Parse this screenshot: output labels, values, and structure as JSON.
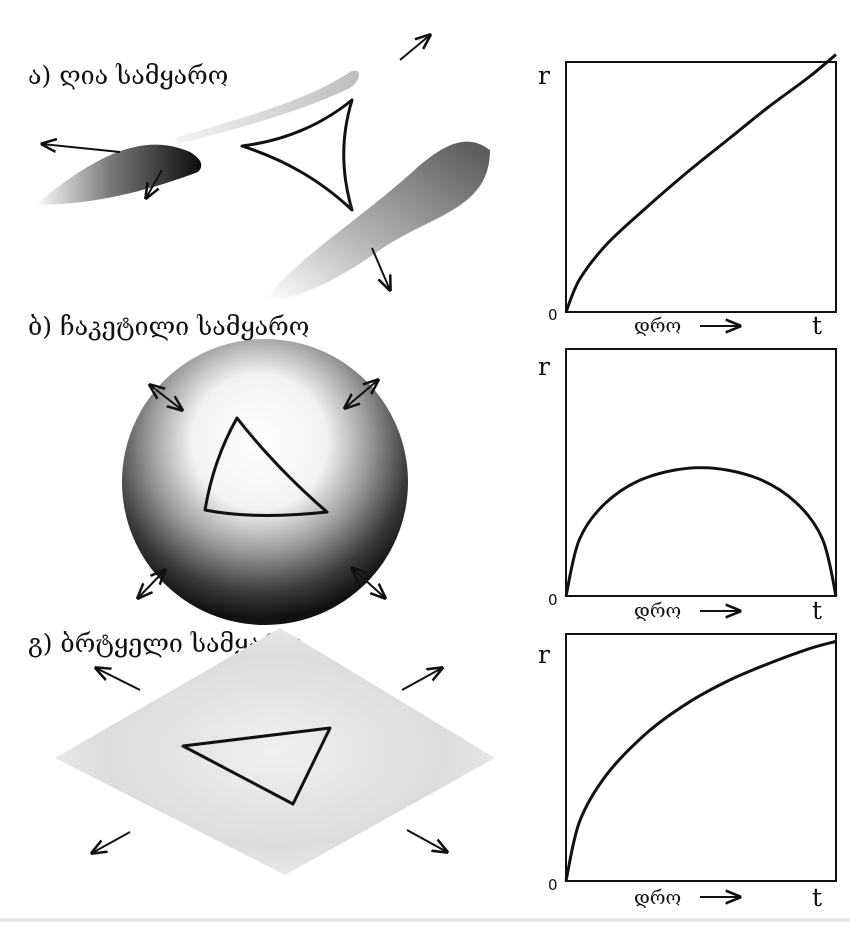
{
  "panels": [
    {
      "title": "ა) ღია სამყარო",
      "chart": {
        "type": "line",
        "ylabel": "r",
        "origin_label": "0",
        "xlabel": "დრო",
        "x_end_label": "t",
        "shape": "open — r grows without bound (concave, near-linear)"
      }
    },
    {
      "title": "ბ) ჩაკეტილი სამყარო",
      "chart": {
        "type": "line",
        "ylabel": "r",
        "origin_label": "0",
        "xlabel": "დრო",
        "x_end_label": "t",
        "shape": "closed — r rises then collapses to 0"
      }
    },
    {
      "title": "გ) ბრტყელი სამყარო",
      "chart": {
        "type": "line",
        "ylabel": "r",
        "origin_label": "0",
        "xlabel": "დრო",
        "x_end_label": "t",
        "shape": "flat — r grows, slowing toward an asymptote"
      }
    }
  ],
  "chart_data": [
    {
      "type": "line",
      "ylabel": "r",
      "xlabel": "დრო",
      "x_tick_labels": [
        "0",
        "t"
      ],
      "x": [
        0,
        0.05,
        0.15,
        0.3,
        0.45,
        0.6,
        0.75,
        0.9,
        1.0
      ],
      "y": [
        0,
        0.13,
        0.27,
        0.42,
        0.56,
        0.69,
        0.82,
        0.94,
        1.03
      ]
    },
    {
      "type": "line",
      "ylabel": "r",
      "xlabel": "დრო",
      "x_tick_labels": [
        "0",
        "t"
      ],
      "x": [
        0,
        0.05,
        0.15,
        0.3,
        0.5,
        0.7,
        0.85,
        0.95,
        1.0
      ],
      "y": [
        0,
        0.23,
        0.38,
        0.48,
        0.52,
        0.48,
        0.38,
        0.23,
        0
      ]
    },
    {
      "type": "line",
      "ylabel": "r",
      "xlabel": "დრო",
      "x_tick_labels": [
        "0",
        "t"
      ],
      "x": [
        0,
        0.05,
        0.15,
        0.3,
        0.45,
        0.6,
        0.75,
        0.9,
        1.0
      ],
      "y": [
        0,
        0.24,
        0.43,
        0.6,
        0.72,
        0.81,
        0.88,
        0.94,
        0.97
      ]
    }
  ]
}
